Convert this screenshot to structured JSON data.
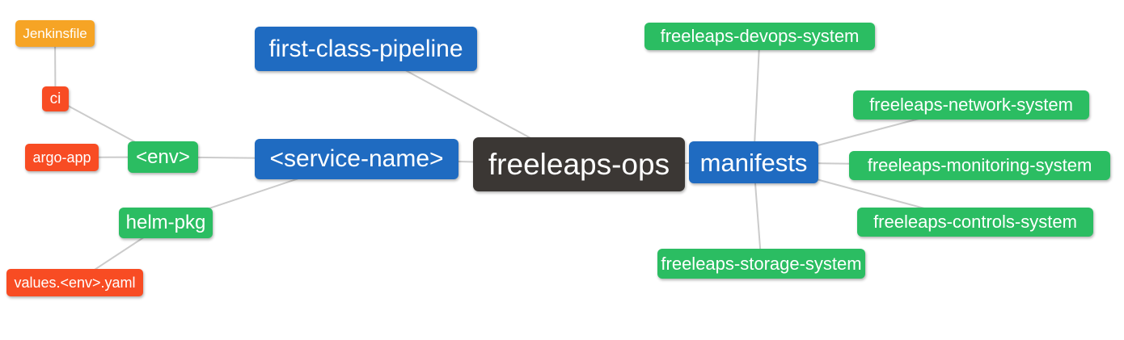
{
  "diagram": {
    "type": "mindmap",
    "root_label": "freeleaps-ops",
    "nodes": [
      {
        "id": "jenkinsfile",
        "label": "Jenkinsfile",
        "role": "orange"
      },
      {
        "id": "ci",
        "label": "ci",
        "role": "red"
      },
      {
        "id": "argo-app",
        "label": "argo-app",
        "role": "red"
      },
      {
        "id": "env",
        "label": "<env>",
        "role": "green"
      },
      {
        "id": "helm-pkg",
        "label": "helm-pkg",
        "role": "green"
      },
      {
        "id": "values-env-yaml",
        "label": "values.<env>.yaml",
        "role": "red"
      },
      {
        "id": "first-class-pipeline",
        "label": "first-class-pipeline",
        "role": "blue"
      },
      {
        "id": "service-name",
        "label": "<service-name>",
        "role": "blue"
      },
      {
        "id": "freeleaps-ops",
        "label": "freeleaps-ops",
        "role": "root"
      },
      {
        "id": "manifests",
        "label": "manifests",
        "role": "blue"
      },
      {
        "id": "freeleaps-devops-system",
        "label": "freeleaps-devops-system",
        "role": "green"
      },
      {
        "id": "freeleaps-network-system",
        "label": "freeleaps-network-system",
        "role": "green"
      },
      {
        "id": "freeleaps-monitoring-system",
        "label": "freeleaps-monitoring-system",
        "role": "green"
      },
      {
        "id": "freeleaps-controls-system",
        "label": "freeleaps-controls-system",
        "role": "green"
      },
      {
        "id": "freeleaps-storage-system",
        "label": "freeleaps-storage-system",
        "role": "green"
      }
    ],
    "edges": [
      {
        "from": "jenkinsfile",
        "to": "ci"
      },
      {
        "from": "ci",
        "to": "env"
      },
      {
        "from": "argo-app",
        "to": "env"
      },
      {
        "from": "env",
        "to": "service-name"
      },
      {
        "from": "helm-pkg",
        "to": "service-name"
      },
      {
        "from": "values-env-yaml",
        "to": "helm-pkg"
      },
      {
        "from": "service-name",
        "to": "freeleaps-ops"
      },
      {
        "from": "first-class-pipeline",
        "to": "freeleaps-ops"
      },
      {
        "from": "freeleaps-ops",
        "to": "manifests"
      },
      {
        "from": "manifests",
        "to": "freeleaps-devops-system"
      },
      {
        "from": "manifests",
        "to": "freeleaps-network-system"
      },
      {
        "from": "manifests",
        "to": "freeleaps-monitoring-system"
      },
      {
        "from": "manifests",
        "to": "freeleaps-controls-system"
      },
      {
        "from": "manifests",
        "to": "freeleaps-storage-system"
      }
    ]
  },
  "colors": {
    "canvas": "#ffffff",
    "text": "#ffffff",
    "edge": "#cbcbcb",
    "root_bg": "#3b3734",
    "branch_blue": "#1f6bc1",
    "leaf_green": "#2bbd62",
    "leaf_red": "#f84c23",
    "leaf_orange": "#f6a425"
  }
}
